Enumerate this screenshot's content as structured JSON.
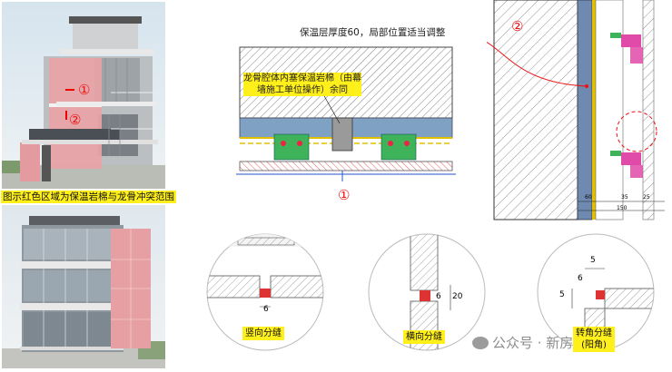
{
  "left_panel": {
    "caption": "图示红色区域为保温岩棉与龙骨冲突范围",
    "marker_1": "①",
    "marker_2": "②"
  },
  "plan_section": {
    "note": "龙骨腔体内塞保温岩棉（由幕墙施工单位操作）余同",
    "ref_number": "①"
  },
  "side_section": {
    "note": "保温层厚度60，局部位置适当调整",
    "ref_number": "②",
    "dims": [
      "60",
      "35",
      "25",
      "150"
    ]
  },
  "details": [
    {
      "label": "竖向分缝",
      "dims": [
        "6"
      ]
    },
    {
      "label": "横向分缝",
      "dims": [
        "6",
        "20"
      ]
    },
    {
      "label": "转角分缝\n(阳角)",
      "dims": [
        "5",
        "6",
        "5"
      ]
    }
  ],
  "watermark": "公众号 · 新房"
}
